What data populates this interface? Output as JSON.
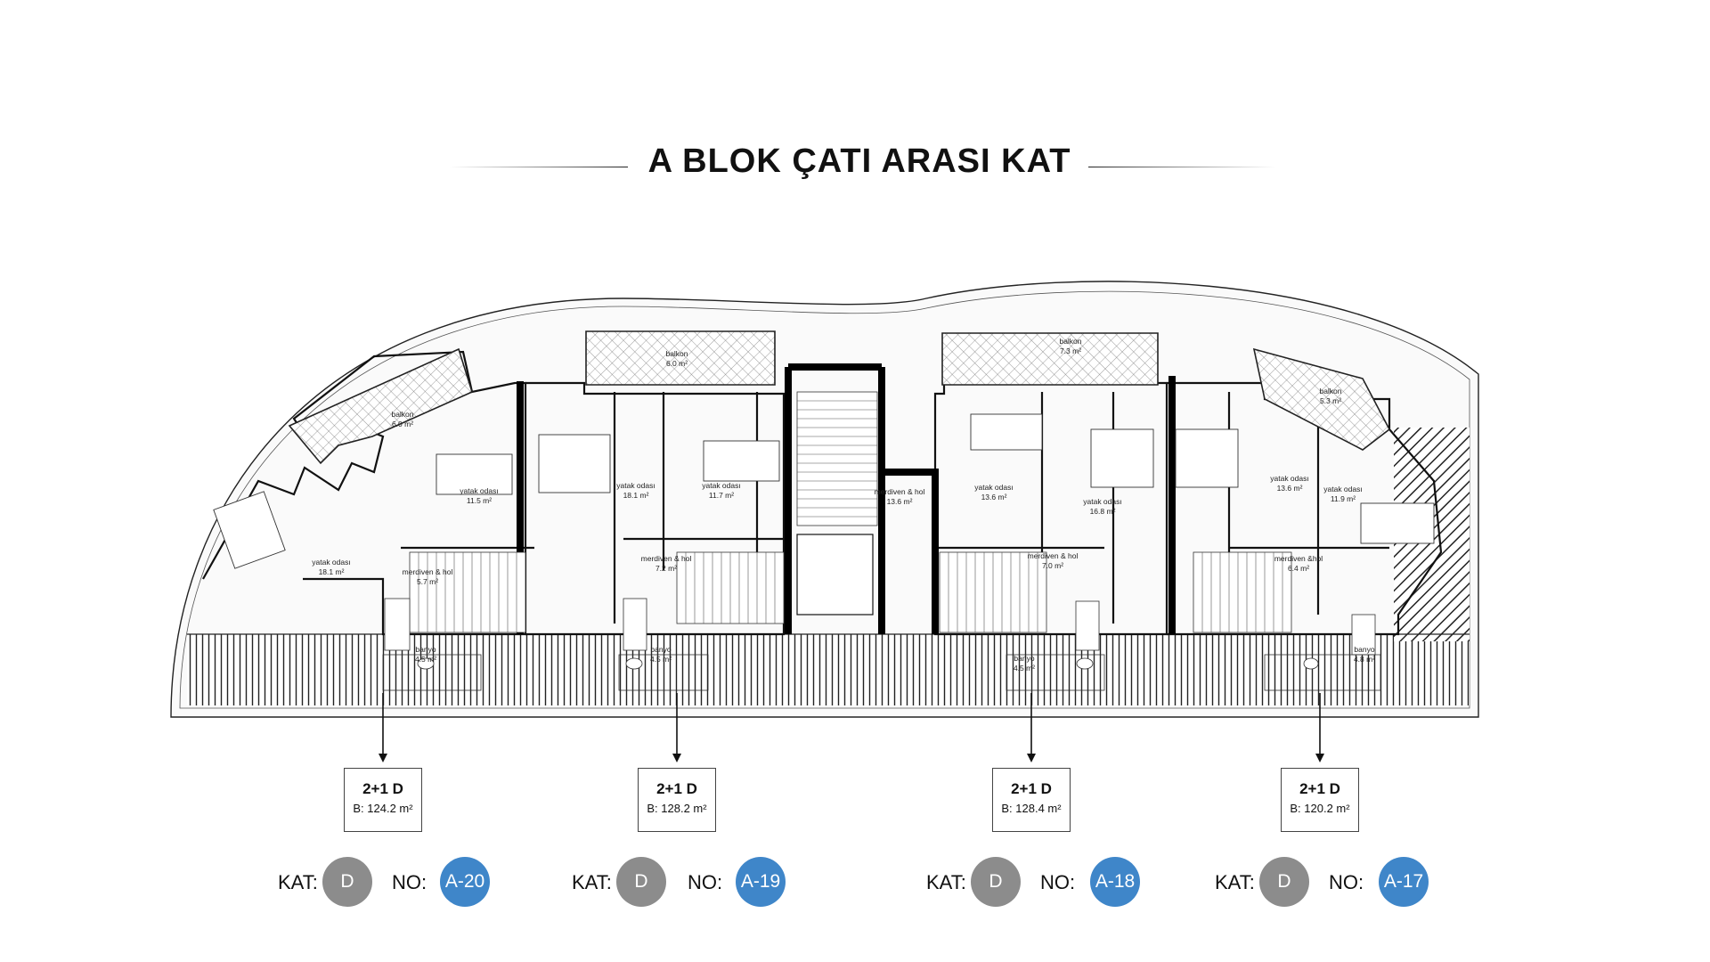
{
  "title": "A BLOK  ÇATI ARASI  KAT",
  "colors": {
    "kat_badge": "#8c8c8c",
    "no_badge": "#3f86c9",
    "wall": "#111111"
  },
  "rooms": [
    {
      "name": "balkon",
      "area": "6.0 m²"
    },
    {
      "name": "balkon",
      "area": "6.0 m²"
    },
    {
      "name": "balkon",
      "area": "7.3 m²"
    },
    {
      "name": "balkon",
      "area": "5.3 m²"
    },
    {
      "name": "yatak odası",
      "area": "18.1 m²"
    },
    {
      "name": "yatak odası",
      "area": "11.5 m²"
    },
    {
      "name": "yatak odası",
      "area": "18.1 m²"
    },
    {
      "name": "yatak odası",
      "area": "11.7 m²"
    },
    {
      "name": "yatak odası",
      "area": "13.6 m²"
    },
    {
      "name": "yatak odası",
      "area": "16.8 m²"
    },
    {
      "name": "yatak odası",
      "area": "13.6 m²"
    },
    {
      "name": "yatak odası",
      "area": "11.9 m²"
    },
    {
      "name": "merdiven & hol",
      "area": "5.7 m²"
    },
    {
      "name": "merdiven & hol",
      "area": "7.2 m²"
    },
    {
      "name": "merdiven & hol",
      "area": "13.6 m²"
    },
    {
      "name": "merdiven & hol",
      "area": "7.0 m²"
    },
    {
      "name": "merdiven &hol",
      "area": "6.4 m²"
    },
    {
      "name": "banyo",
      "area": "4.5 m²"
    },
    {
      "name": "banyo",
      "area": "4.5 m²"
    },
    {
      "name": "banyo",
      "area": "4.5 m²"
    },
    {
      "name": "banyo",
      "area": "4.8 m²"
    }
  ],
  "units": [
    {
      "type": "2+1 D",
      "area": "B: 124.2 m²",
      "kat_label": "KAT:",
      "kat": "D",
      "no_label": "NO:",
      "no": "A-20"
    },
    {
      "type": "2+1 D",
      "area": "B: 128.2 m²",
      "kat_label": "KAT:",
      "kat": "D",
      "no_label": "NO:",
      "no": "A-19"
    },
    {
      "type": "2+1 D",
      "area": "B: 128.4 m²",
      "kat_label": "KAT:",
      "kat": "D",
      "no_label": "NO:",
      "no": "A-18"
    },
    {
      "type": "2+1 D",
      "area": "B: 120.2 m²",
      "kat_label": "KAT:",
      "kat": "D",
      "no_label": "NO:",
      "no": "A-17"
    }
  ]
}
